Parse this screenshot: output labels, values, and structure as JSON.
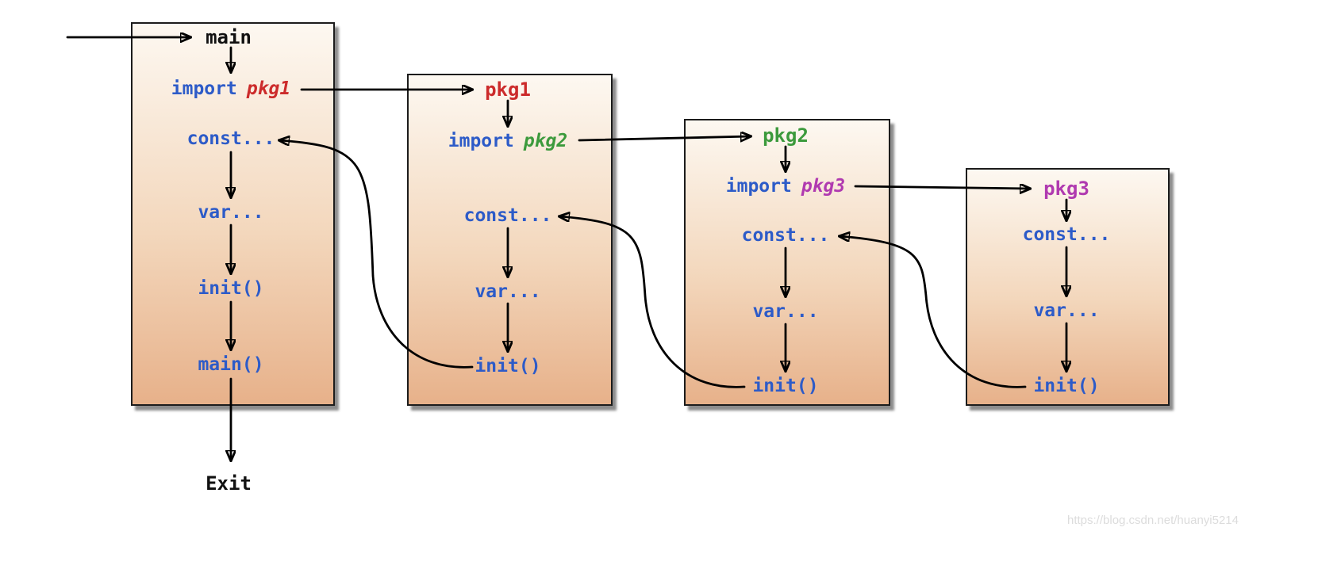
{
  "diagram": {
    "boxes": [
      {
        "id": "main",
        "title": "main",
        "items": {
          "import_kw": "import",
          "import_arg": "pkg1",
          "const": "const...",
          "var": "var...",
          "init": "init()",
          "main": "main()"
        }
      },
      {
        "id": "pkg1",
        "title": "pkg1",
        "items": {
          "import_kw": "import",
          "import_arg": "pkg2",
          "const": "const...",
          "var": "var...",
          "init": "init()"
        }
      },
      {
        "id": "pkg2",
        "title": "pkg2",
        "items": {
          "import_kw": "import",
          "import_arg": "pkg3",
          "const": "const...",
          "var": "var...",
          "init": "init()"
        }
      },
      {
        "id": "pkg3",
        "title": "pkg3",
        "items": {
          "const": "const...",
          "var": "var...",
          "init": "init()"
        }
      }
    ],
    "exit_label": "Exit",
    "colors": {
      "code_blue": "#2d5bc8",
      "title_black": "#111111",
      "pkg1_red": "#cc2b2b",
      "pkg2_green": "#3c9a3c",
      "pkg3_magenta": "#b03ab0",
      "arrow_black": "#000000",
      "box_gradient_top": "#fdf8f1",
      "box_gradient_bottom": "#e7b18a"
    },
    "watermark": "https://blog.csdn.net/huanyi5214"
  }
}
